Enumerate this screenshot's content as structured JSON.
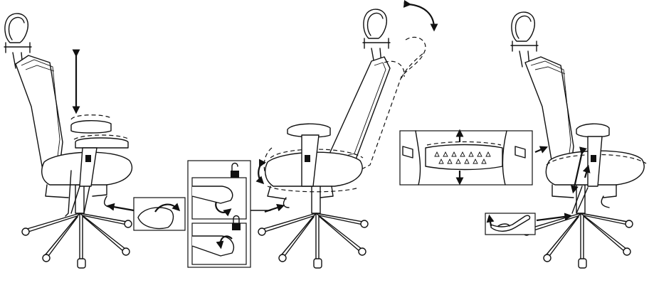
{
  "figure": {
    "panels": [
      {
        "id": "armrest-height",
        "icons": [
          "updown-arrow-icon",
          "paddle-lever-icon"
        ]
      },
      {
        "id": "backrest-tilt-lock",
        "icons": [
          "tilt-arrow-icon",
          "unlock-icon",
          "lock-icon"
        ]
      },
      {
        "id": "lumbar-seat-height",
        "icons": [
          "lumbar-pad-icon",
          "height-lever-icon"
        ]
      }
    ]
  }
}
